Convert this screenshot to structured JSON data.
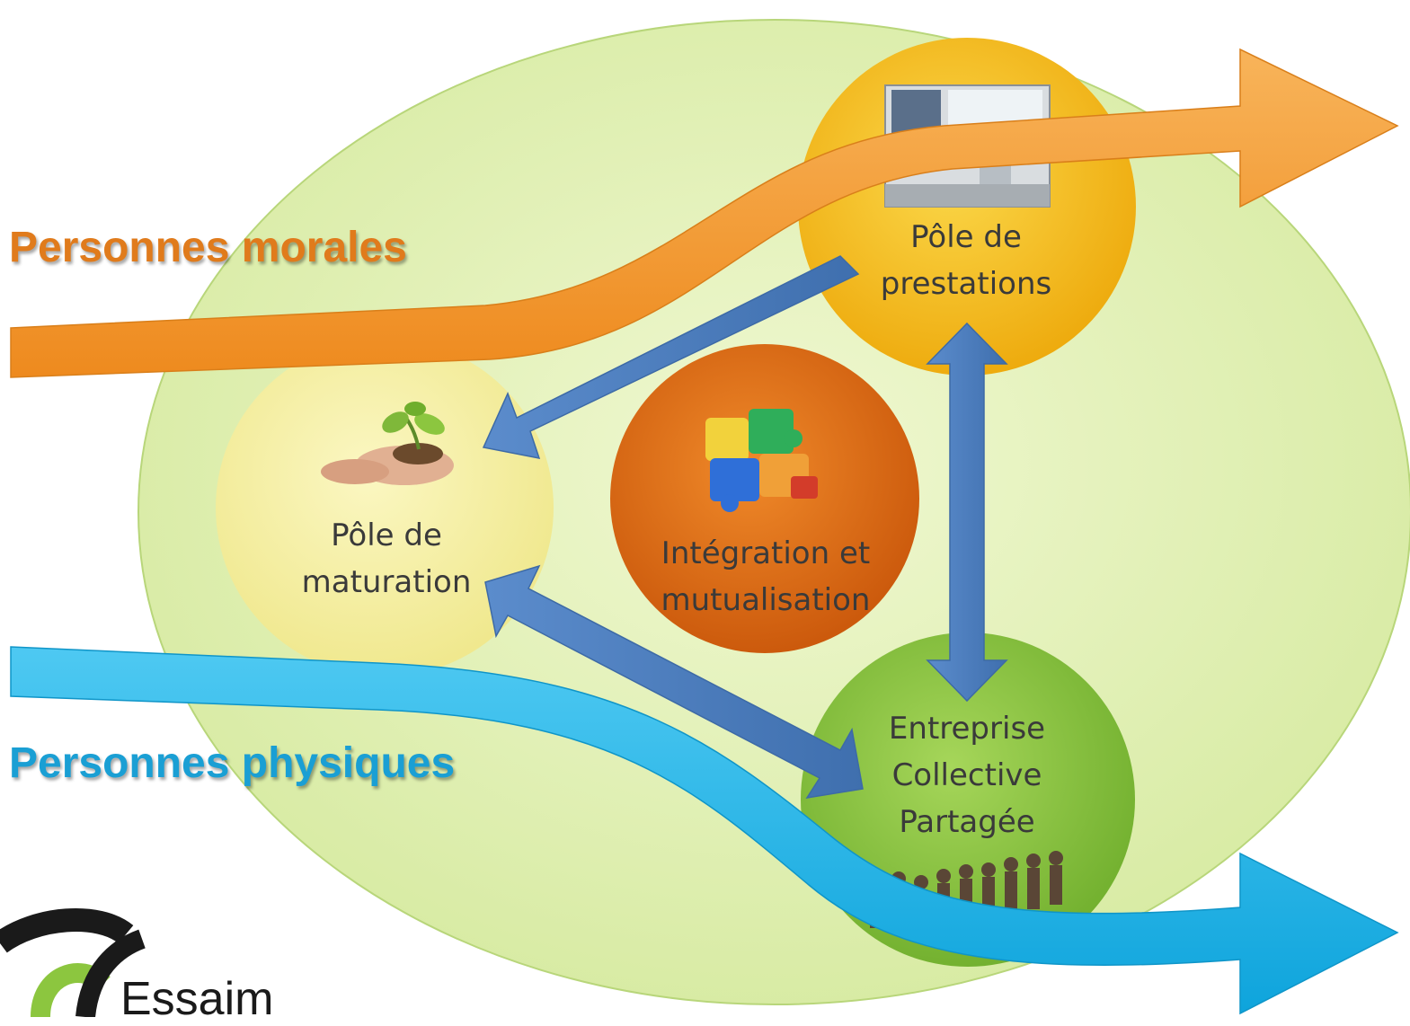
{
  "diagram": {
    "left_labels": {
      "morales": "Personnes morales",
      "physiques": "Personnes physiques"
    },
    "nodes": {
      "prestations": [
        "Pôle de",
        "prestations"
      ],
      "maturation": [
        "Pôle de",
        "maturation"
      ],
      "integration": [
        "Intégration et",
        "mutualisation"
      ],
      "entreprise": [
        "Entreprise",
        "Collective",
        "Partagée"
      ]
    },
    "colors": {
      "ellipse": "#e6f2b8",
      "prestations": "#f7bf16",
      "maturation": "#f6f1a2",
      "integration": "#e2690f",
      "entreprise": "#8cc63f",
      "flow_morales": "#f39a2f",
      "flow_physiques": "#1fb3e8",
      "link_arrows": "#4f7fbf",
      "text_morales": "#e07b1c",
      "text_physiques": "#1a9fd4"
    },
    "pictures": {
      "prestations": "office-room-photo",
      "maturation": "hands-holding-seedling",
      "integration": "colored-puzzle-pieces",
      "entreprise": "group-of-people"
    }
  },
  "logo": {
    "text": "Essaim"
  }
}
